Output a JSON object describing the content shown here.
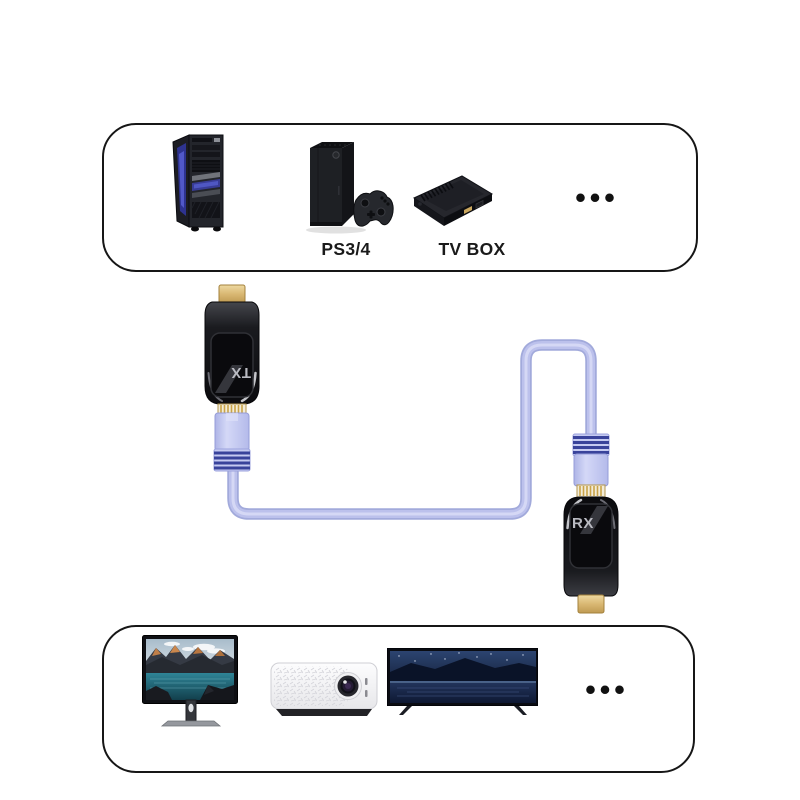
{
  "sources_panel": {
    "items": [
      {
        "name": "gaming-pc",
        "label": ""
      },
      {
        "name": "game-console",
        "label": "PS3/4"
      },
      {
        "name": "tv-box",
        "label": "TV BOX"
      },
      {
        "name": "more-sources",
        "label": "•••"
      }
    ]
  },
  "extender": {
    "tx_label": "TX",
    "rx_label": "RX"
  },
  "displays_panel": {
    "items": [
      {
        "name": "computer-monitor",
        "label": ""
      },
      {
        "name": "projector",
        "label": ""
      },
      {
        "name": "television",
        "label": ""
      },
      {
        "name": "more-displays",
        "label": "•••"
      }
    ]
  },
  "colors": {
    "panel_border": "#161616",
    "device_label_text": "#1a1a1a",
    "cable": "#bcc1ec",
    "cable_shadow": "#a2aadb",
    "cable_highlight": "#d7daf6",
    "plug_body": "#c5caf1",
    "plug_stripe": "#39439b",
    "hdmi_gold": "#d9b873",
    "adapter_body": "#121316",
    "adapter_label_text": "#b9bac1"
  }
}
